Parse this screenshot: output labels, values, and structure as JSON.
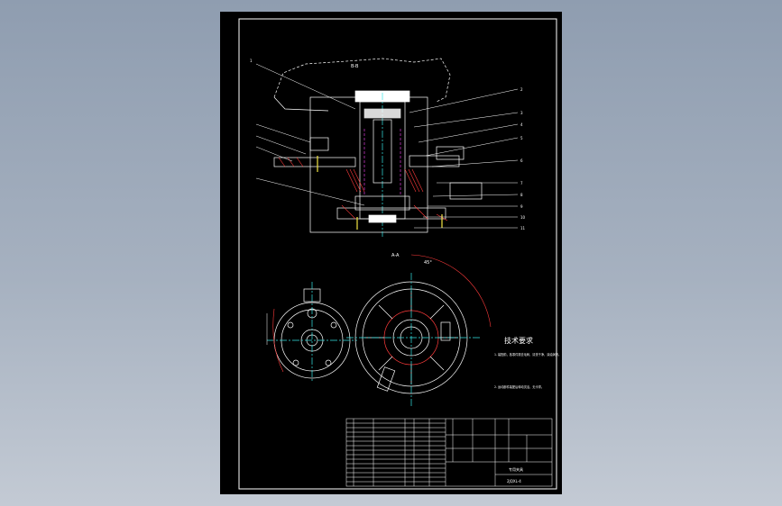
{
  "drawing": {
    "section_label": "B-B",
    "view_label": "A-A",
    "angle_label": "45°",
    "tech_requirements": {
      "title": "技术要求",
      "items": [
        "1. 装配前，各零件需去毛刺、清洗干净，涂油润滑。",
        "2. 运动部件装配后转动灵活，无卡滞。"
      ]
    },
    "title_block": {
      "drawing_name": "专用夹具",
      "drawing_number": "2JQXL-4"
    }
  },
  "colors": {
    "background": "#98a5b6",
    "sheet": "#000000",
    "line": "#ffffff",
    "hatch_red": "#ff3b3b",
    "magenta": "#ff44ff",
    "yellow": "#f5e642",
    "cyan": "#36e6e6"
  }
}
